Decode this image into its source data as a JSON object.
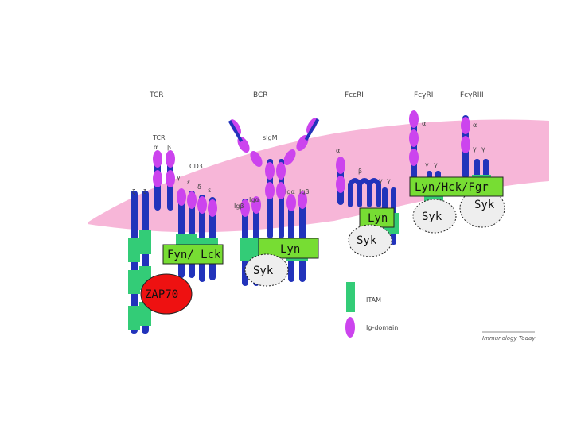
{
  "receptor_headers": [
    "TCR",
    "BCR",
    "FcεRI",
    "FcγRI",
    "FcγRIII"
  ],
  "molecule_labels": {
    "tcr": "TCR",
    "alpha": "α",
    "beta": "β",
    "cd3": "CD3",
    "gamma": "γ",
    "epsilon": "ε",
    "delta": "δ",
    "zeta": "ζ",
    "sigm": "sIgM",
    "ig_alpha": "Igα",
    "ig_beta": "Igβ"
  },
  "kinases": {
    "zap70": "ZAP70",
    "fyn_lck": "Fyn/ Lck",
    "lyn_bcr": "Lyn",
    "syk_bcr": "Syk",
    "lyn_fce": "Lyn",
    "syk_fce": "Syk",
    "lyn_hck_fgr": "Lyn/Hck/Fgr",
    "syk_fcg1": "Syk",
    "syk_fcg3": "Syk"
  },
  "legend": {
    "itam": "ITAM",
    "ig_domain": "Ig-domain"
  },
  "credit": "Immunology Today",
  "colors": {
    "membrane": "#f7b6d8",
    "ig_domain": "#cc44ee",
    "tm": "#2233bb",
    "itam": "#33cc77",
    "kinase_green": "#77dd33",
    "zap_red": "#ee1111",
    "syk_fill": "#eeeeee"
  }
}
